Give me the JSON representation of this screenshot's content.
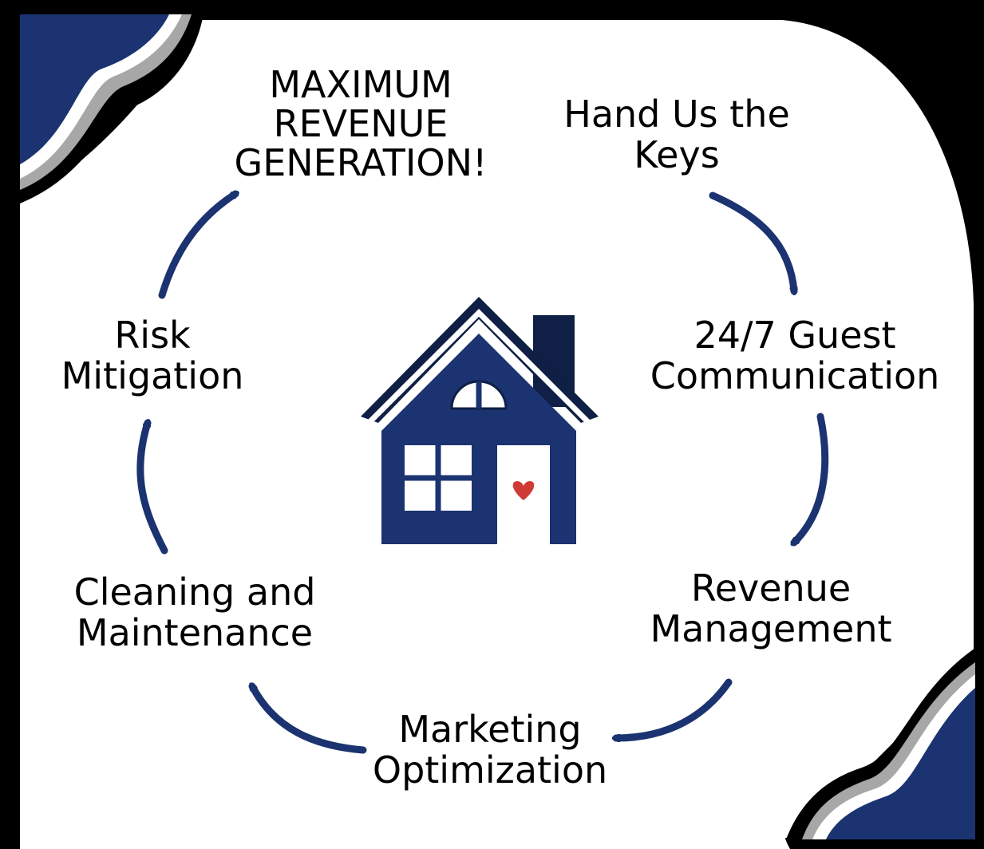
{
  "colors": {
    "navy": "#1b3370",
    "dark_navy": "#0f1f45",
    "black": "#000000",
    "gray": "#a7a7a7",
    "white": "#ffffff",
    "heart": "#d03a34"
  },
  "steps": {
    "top_goal": [
      "MAXIMUM",
      "REVENUE",
      "GENERATION!"
    ],
    "keys": [
      "Hand Us the",
      "Keys"
    ],
    "guest": [
      "24/7 Guest",
      "Communication"
    ],
    "revenue": [
      "Revenue",
      "Management"
    ],
    "marketing": [
      "Marketing",
      "Optimization"
    ],
    "cleaning": [
      "Cleaning and",
      "Maintenance"
    ],
    "risk": [
      "Risk",
      "Mitigation"
    ]
  },
  "icons": {
    "center": "house-icon",
    "door_detail": "heart-icon",
    "flow": "curved-arrow-icon"
  }
}
